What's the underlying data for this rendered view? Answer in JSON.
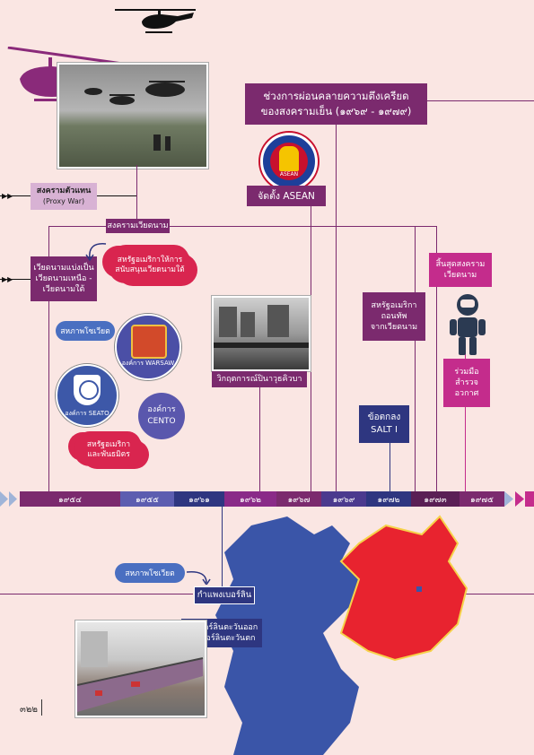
{
  "title_box": {
    "line1": "ช่วงการผ่อนคลายความตึงเครียด",
    "line2": "ของสงครามเย็น (๑๙๖๙ - ๑๙๗๙)"
  },
  "proxy_war": {
    "label_th": "สงครามตัวแทน",
    "label_en": "(Proxy War)"
  },
  "vietnam_war": "สงครามเวียดนาม",
  "vietnam_split": {
    "l1": "เวียดนามแบ่งเป็น",
    "l2": "เวียดนามเหนือ -",
    "l3": "เวียดนามใต้"
  },
  "us_support_south": {
    "l1": "สหรัฐอเมริกาให้การ",
    "l2": "สนับสนุนเวียดนามใต้"
  },
  "soviet_top": "สหภาพโซเวียต",
  "warsaw_seal": "องค์การ WARSAW",
  "seato_seal": "องค์การ SEATO",
  "cento": {
    "l1": "องค์การ",
    "l2": "CENTO"
  },
  "us_allies": {
    "l1": "สหรัฐอเมริกา",
    "l2": "และพันธมิตร"
  },
  "asean": "จัดตั้ง ASEAN",
  "asean_logo_text": "ASEAN",
  "berlin_crisis": "วิกฤตการณ์ปินาวุธคิวบา",
  "us_withdraw": {
    "l1": "สหรัฐอเมริกา",
    "l2": "ถอนทัพ",
    "l3": "จากเวียดนาม"
  },
  "end_vietnam": {
    "l1": "สิ้นสุดสงคราม",
    "l2": "เวียดนาม"
  },
  "space_coop": {
    "l1": "ร่วมมือ",
    "l2": "สำรวจ",
    "l3": "อวกาศ"
  },
  "salt": {
    "l1": "ข้อตกลง",
    "l2": "SALT I"
  },
  "timeline": [
    "๑๙๕๔",
    "๑๙๕๕",
    "๑๙๖๑",
    "๑๙๖๒",
    "๑๙๖๗",
    "๑๙๖๙",
    "๑๙๗๒",
    "๑๙๗๓",
    "๑๙๗๕"
  ],
  "soviet_bottom": "สหภาพโซเวียต",
  "berlin_wall": "กำแพงเบอร์ลิน",
  "berlin_split": {
    "l1": "กั้นเบอร์ลินตะวันออก",
    "l2": "กับเบอร์ลินตะวันตก"
  },
  "page_number": "๓๒๒",
  "colors": {
    "purple": "#7b2a6e",
    "navy": "#2e3680",
    "red": "#d9254f",
    "magenta": "#c42c8c",
    "west_germany": "#3a55a8",
    "east_germany": "#e8232f"
  }
}
